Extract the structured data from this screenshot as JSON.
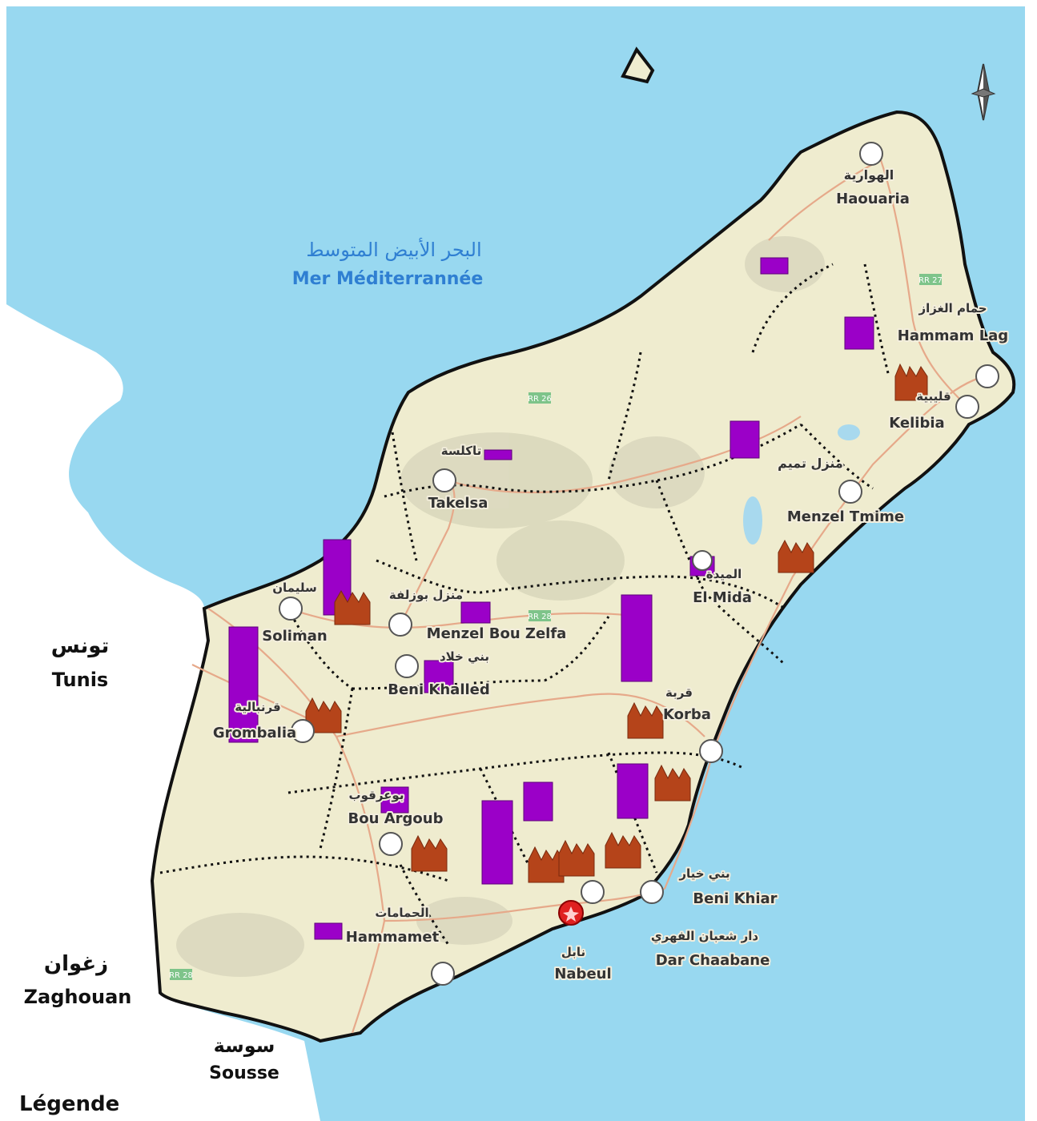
{
  "sea": {
    "name_ar": "البحر الأبيض المتوسط",
    "name_fr": "Mer Méditerrannée"
  },
  "neighbors": [
    {
      "id": "tunis",
      "name_ar": "تونس",
      "name_fr": "Tunis"
    },
    {
      "id": "zaghouan",
      "name_ar": "زغوان",
      "name_fr": "Zaghouan"
    },
    {
      "id": "sousse",
      "name_ar": "سوسة",
      "name_fr": "Sousse"
    }
  ],
  "towns": [
    {
      "id": "haouaria",
      "name_ar": "الهوارية",
      "name_fr": "Haouaria"
    },
    {
      "id": "hammam-laghzaz",
      "name_ar": "حمام الغزاز",
      "name_fr": "Hammam Lag"
    },
    {
      "id": "kelibia",
      "name_ar": "قليبية",
      "name_fr": "Kelibia"
    },
    {
      "id": "takelsa",
      "name_ar": "تاكلسة",
      "name_fr": "Takelsa"
    },
    {
      "id": "menzel-temime",
      "name_ar": "منزل تميم",
      "name_fr": "Menzel Tmime"
    },
    {
      "id": "el-mida",
      "name_ar": "الميدة",
      "name_fr": "El Mida"
    },
    {
      "id": "soliman",
      "name_ar": "سليمان",
      "name_fr": "Soliman"
    },
    {
      "id": "menzel-bou-zelfa",
      "name_ar": "منزل بوزلفة",
      "name_fr": "Menzel Bou Zelfa"
    },
    {
      "id": "beni-khalled",
      "name_ar": "بني خلاد",
      "name_fr": "Beni Khalled"
    },
    {
      "id": "grombalia",
      "name_ar": "قرنبالية",
      "name_fr": "Grombalia"
    },
    {
      "id": "korba",
      "name_ar": "قربة",
      "name_fr": "Korba"
    },
    {
      "id": "bou-argoub",
      "name_ar": "بوعرقوب",
      "name_fr": "Bou Argoub"
    },
    {
      "id": "hammamet",
      "name_ar": "الحمامات",
      "name_fr": "Hammamet"
    },
    {
      "id": "beni-khiar",
      "name_ar": "بني خيار",
      "name_fr": "Beni Khiar"
    },
    {
      "id": "dar-chaabane",
      "name_ar": "دار شعبان الفهري",
      "name_fr": "Dar Chaabane"
    },
    {
      "id": "nabeul",
      "name_ar": "نابل",
      "name_fr": "Nabeul"
    }
  ],
  "roads": [
    "RR 27",
    "RR 26",
    "RR 28",
    "RR 28"
  ],
  "legend": {
    "title": "Légende"
  },
  "colors": {
    "sea": "#98d8f0",
    "land": "#efeccf",
    "bar": "#9b00c8",
    "factory": "#b5441a",
    "border": "#111111",
    "capital": "#e02020"
  },
  "icons": [
    "north-arrow-icon",
    "factory-icon",
    "town-circle-icon",
    "capital-marker-icon"
  ]
}
